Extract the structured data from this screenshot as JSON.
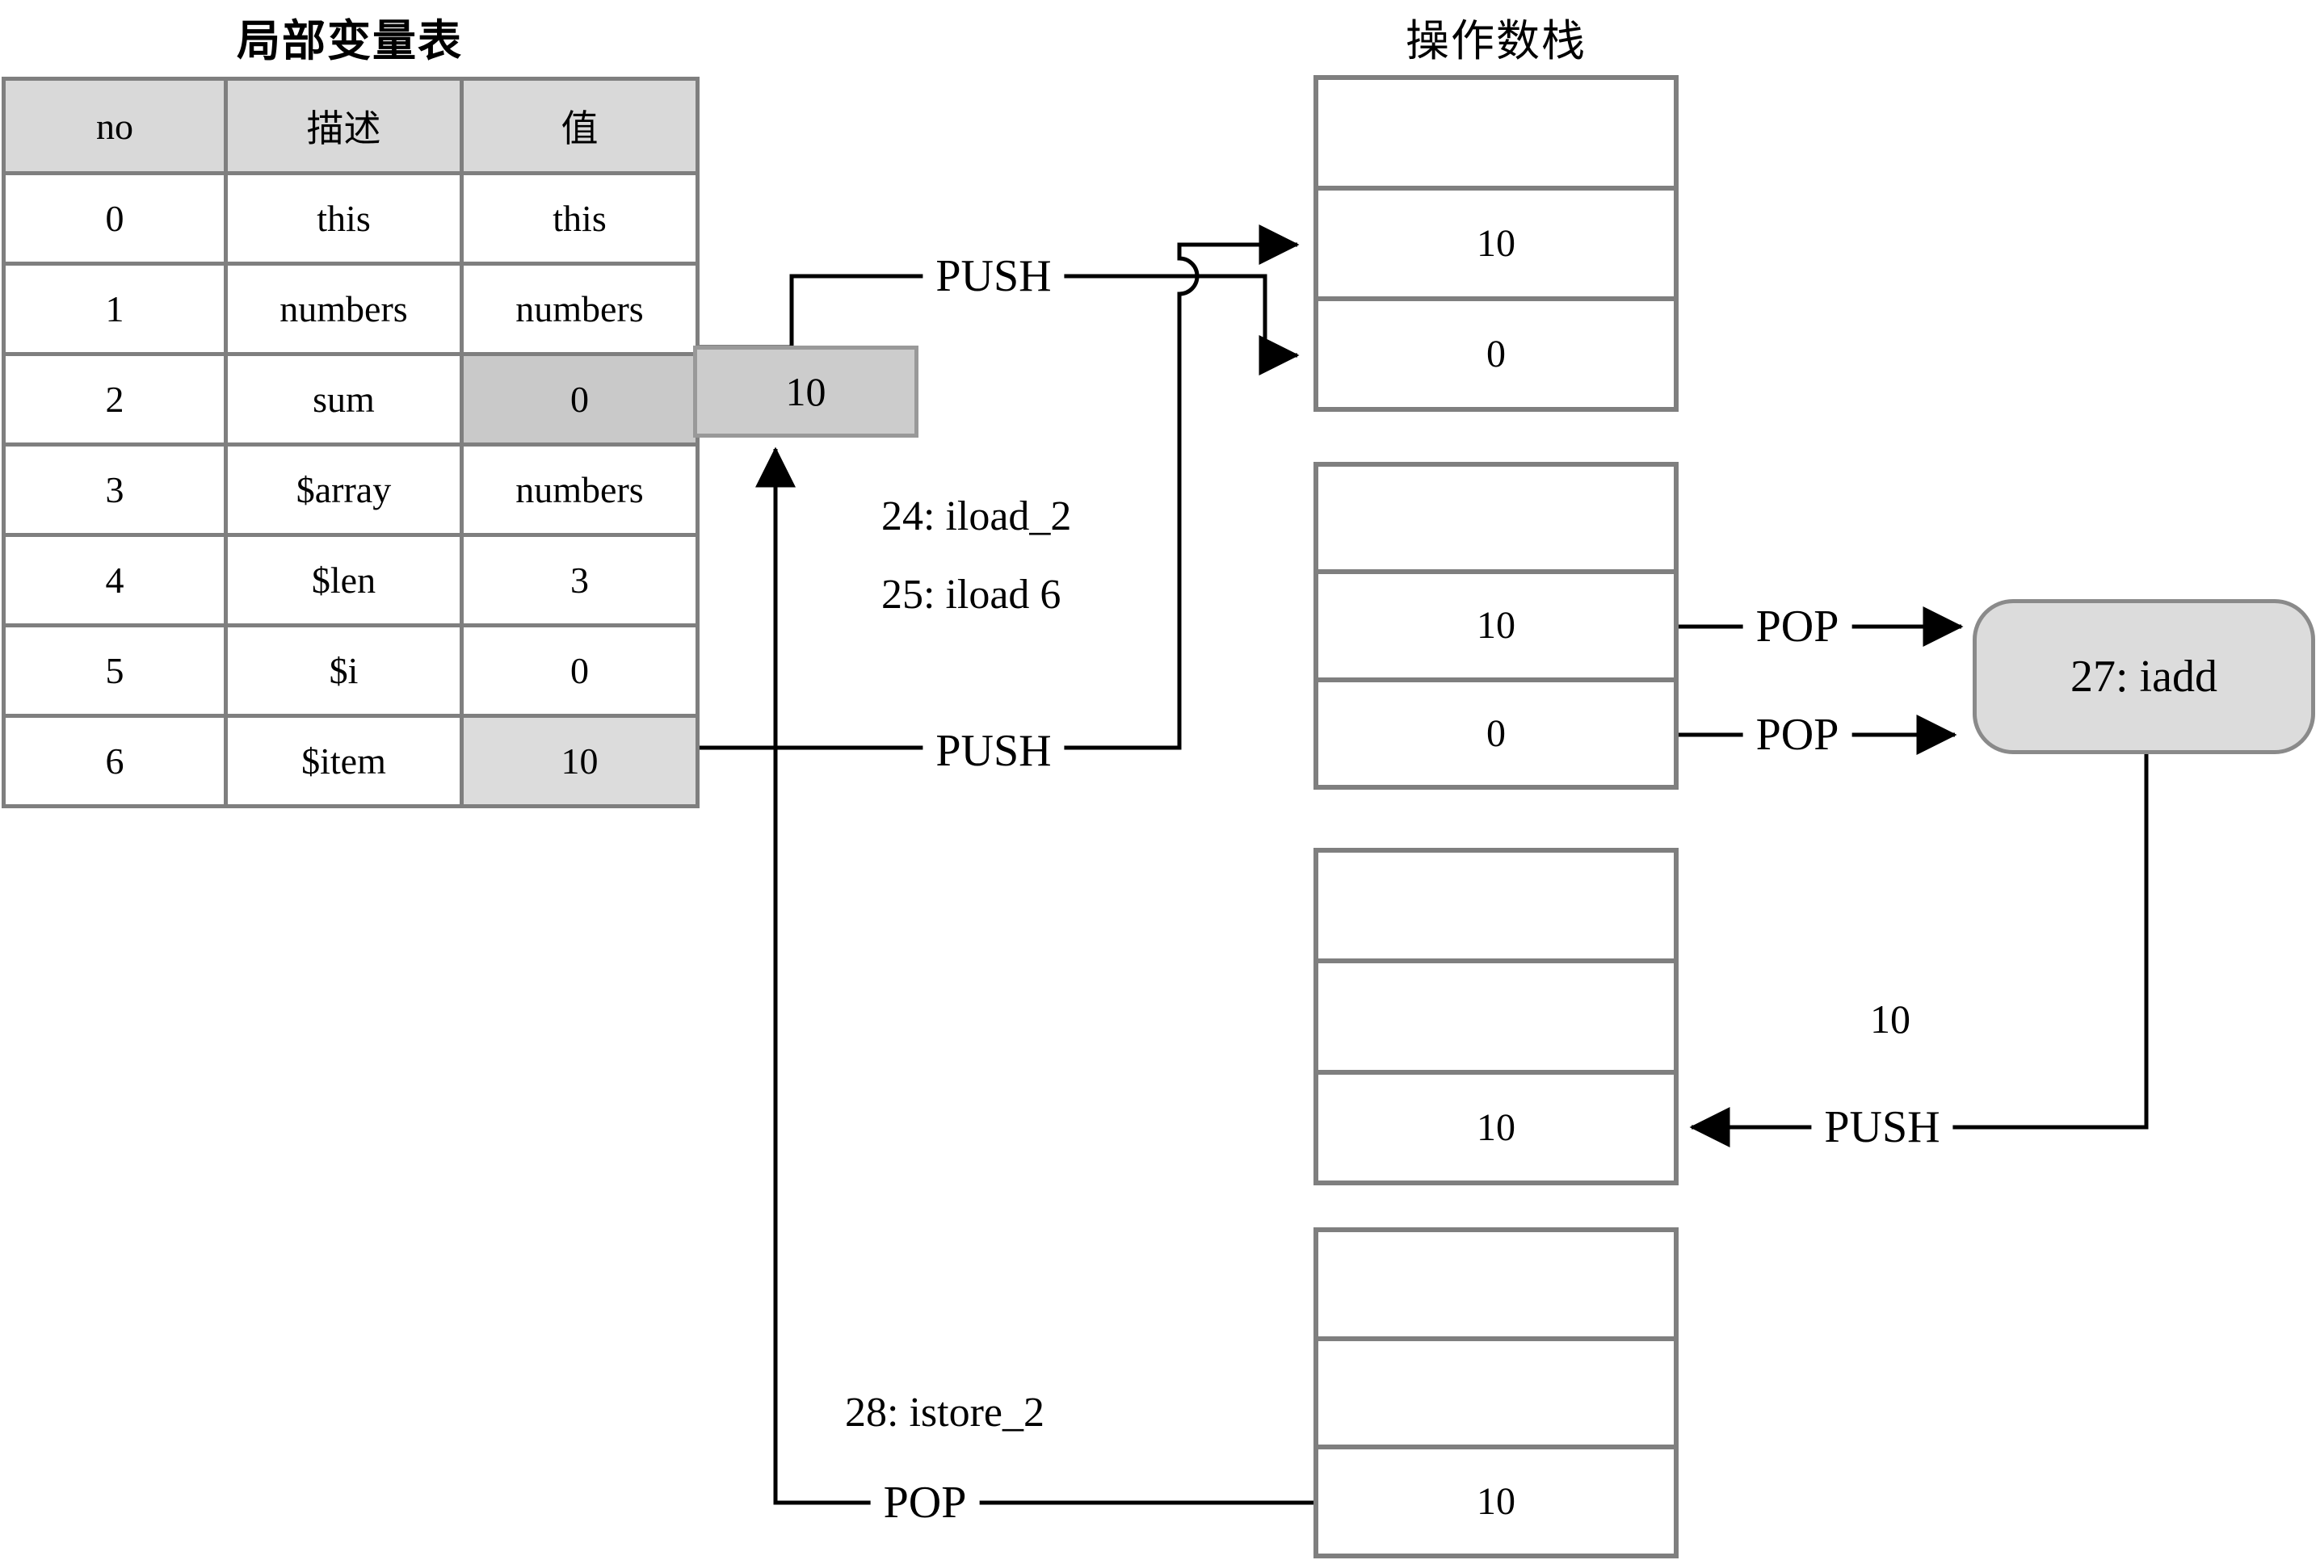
{
  "titles": {
    "local_var_table": "局部变量表",
    "operand_stack": "操作数栈"
  },
  "table": {
    "headers": [
      "no",
      "描述",
      "值"
    ],
    "rows": [
      {
        "no": "0",
        "desc": "this",
        "val": "this"
      },
      {
        "no": "1",
        "desc": "numbers",
        "val": "numbers"
      },
      {
        "no": "2",
        "desc": "sum",
        "val": "0"
      },
      {
        "no": "3",
        "desc": "$array",
        "val": "numbers"
      },
      {
        "no": "4",
        "desc": "$len",
        "val": "3"
      },
      {
        "no": "5",
        "desc": "$i",
        "val": "0"
      },
      {
        "no": "6",
        "desc": "$item",
        "val": "10"
      }
    ]
  },
  "temp_box": {
    "value": "10"
  },
  "stacks": [
    {
      "cells": [
        "",
        "10",
        "0"
      ]
    },
    {
      "cells": [
        "",
        "10",
        "0"
      ]
    },
    {
      "cells": [
        "",
        "",
        "10"
      ]
    },
    {
      "cells": [
        "",
        "",
        "10"
      ]
    }
  ],
  "iadd_box": {
    "label": "27: iadd"
  },
  "labels": {
    "push_iload2": "PUSH",
    "push_iload6": "PUSH",
    "iload2": "24: iload_2",
    "iload6": "25: iload 6",
    "istore2": "28: istore_2",
    "pop_istore": "POP",
    "pop_top": "POP",
    "pop_bottom": "POP",
    "push_result": "PUSH",
    "result_value": "10"
  },
  "colors": {
    "border-gray": "#7f7f7f",
    "header-fill": "#d9d9d9",
    "hl-dark": "#c9c9c9",
    "hl-light": "#dcdcdc",
    "box-fill": "#cccccc",
    "iadd-fill": "#dcdcdc",
    "line-black": "#000000",
    "bg": "#ffffff"
  }
}
